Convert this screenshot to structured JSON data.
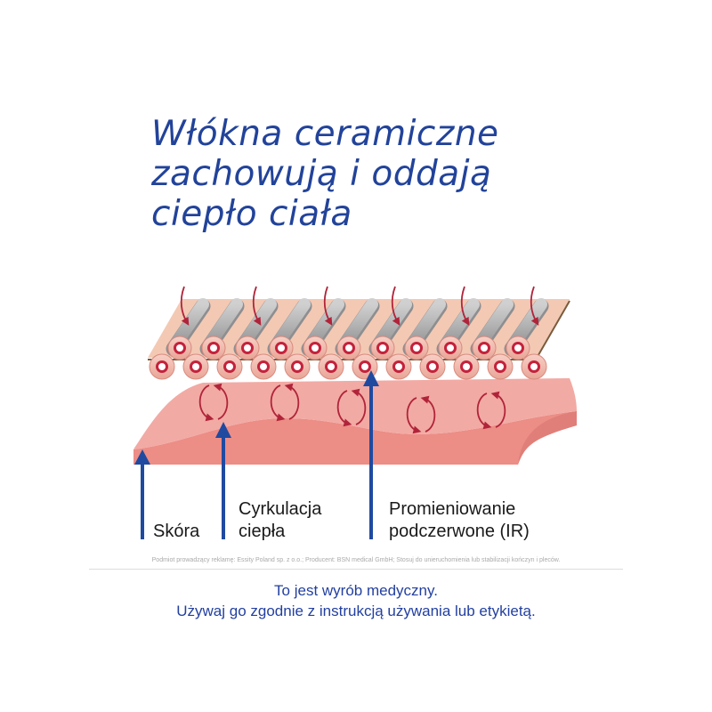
{
  "title": {
    "line1": "Włókna ceramiczne",
    "line2": "zachowują i oddają",
    "line3": "ciepło ciała"
  },
  "labels": {
    "skin": "Skóra",
    "circulation_line1": "Cyrkulacja",
    "circulation_line2": "ciepła",
    "radiation_line1": "Promieniowanie",
    "radiation_line2": "podczerwone (IR)"
  },
  "footer": {
    "disclaimer": "Podmiot prowadzący reklamę: Essity Poland sp. z o.o.; Producent: BSN medical GmbH; Stosuj do unieruchomienia lub stabilizacji kończyn i pleców.",
    "notice_line1": "To jest wyrób medyczny.",
    "notice_line2": "Używaj go zgodnie z instrukcją używania lub etykietą."
  },
  "colors": {
    "title": "#22439a",
    "arrow_blue": "#1f4aa0",
    "skin_top": "#f2a8a2",
    "skin_front": "#ec8d86",
    "fiber_gray": "#a9a9aa",
    "fiber_pink": "#f0b3a8",
    "circulation_arrow": "#b0243a"
  }
}
